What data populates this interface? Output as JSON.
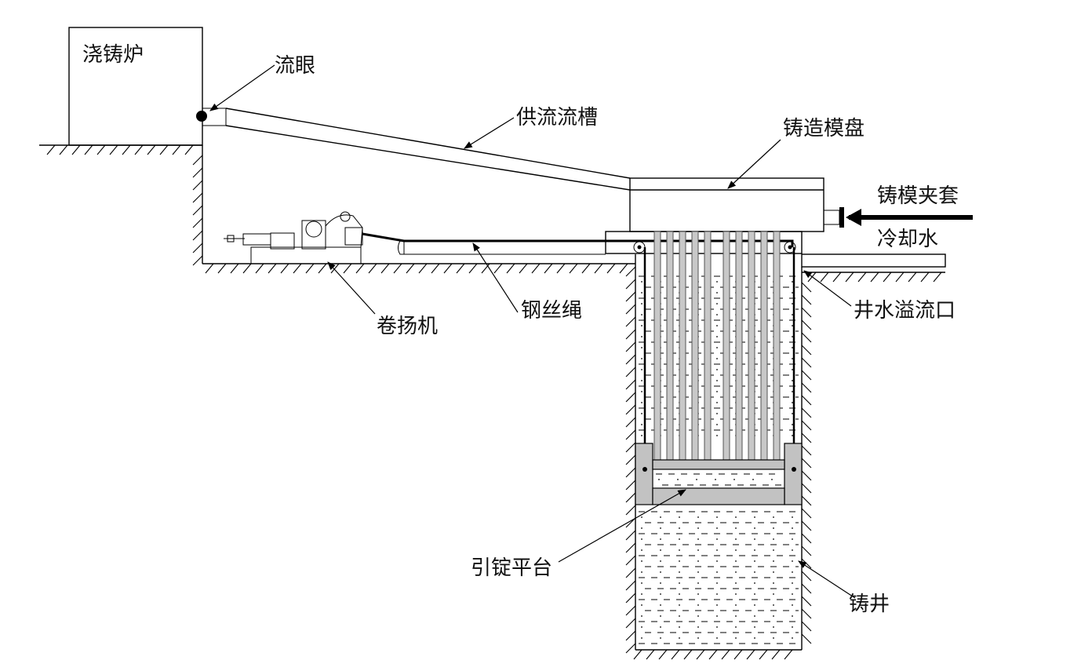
{
  "labels": {
    "furnace": "浇铸炉",
    "tap_hole": "流眼",
    "launder": "供流流槽",
    "casting_table": "铸造模盘",
    "mold_jacket": "铸模夹套",
    "cooling_water": "冷却水",
    "well_overflow": "井水溢流口",
    "winch": "卷扬机",
    "wire_rope": "钢丝绳",
    "starting_platform": "引锭平台",
    "casting_well": "铸井"
  },
  "colors": {
    "line": "#000000",
    "rod_fill": "#c8c8c8",
    "platform_fill": "#c2c2c2",
    "background": "#ffffff"
  }
}
